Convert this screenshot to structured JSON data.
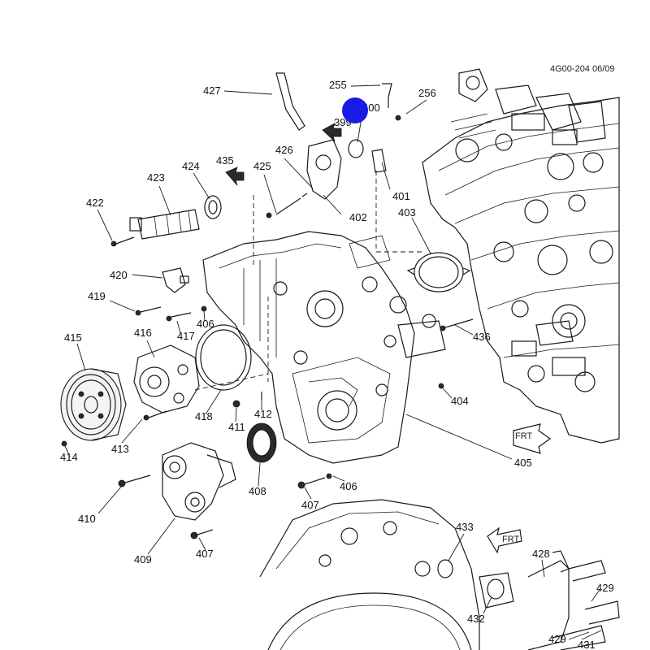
{
  "reference_code": "4G00-204 06/09",
  "marker_color": "#1a1ae6",
  "arrow_labels": [
    "FRT",
    "FRT"
  ],
  "callouts": [
    {
      "id": "c255",
      "text": "255"
    },
    {
      "id": "c256",
      "text": "256"
    },
    {
      "id": "c427",
      "text": "427"
    },
    {
      "id": "c400",
      "text": "400"
    },
    {
      "id": "c399",
      "text": "399"
    },
    {
      "id": "c426",
      "text": "426"
    },
    {
      "id": "c435",
      "text": "435"
    },
    {
      "id": "c424",
      "text": "424"
    },
    {
      "id": "c425",
      "text": "425"
    },
    {
      "id": "c423",
      "text": "423"
    },
    {
      "id": "c422",
      "text": "422"
    },
    {
      "id": "c401",
      "text": "401"
    },
    {
      "id": "c402",
      "text": "402"
    },
    {
      "id": "c403",
      "text": "403"
    },
    {
      "id": "c420",
      "text": "420"
    },
    {
      "id": "c419",
      "text": "419"
    },
    {
      "id": "c416",
      "text": "416"
    },
    {
      "id": "c417",
      "text": "417"
    },
    {
      "id": "c406a",
      "text": "406"
    },
    {
      "id": "c415",
      "text": "415"
    },
    {
      "id": "c436",
      "text": "436"
    },
    {
      "id": "c404",
      "text": "404"
    },
    {
      "id": "c418",
      "text": "418"
    },
    {
      "id": "c411",
      "text": "411"
    },
    {
      "id": "c412",
      "text": "412"
    },
    {
      "id": "c414",
      "text": "414"
    },
    {
      "id": "c413",
      "text": "413"
    },
    {
      "id": "c405",
      "text": "405"
    },
    {
      "id": "c408",
      "text": "408"
    },
    {
      "id": "c410",
      "text": "410"
    },
    {
      "id": "c407a",
      "text": "407"
    },
    {
      "id": "c406b",
      "text": "406"
    },
    {
      "id": "c433",
      "text": "433"
    },
    {
      "id": "c409",
      "text": "409"
    },
    {
      "id": "c407b",
      "text": "407"
    },
    {
      "id": "c428",
      "text": "428"
    },
    {
      "id": "c429a",
      "text": "429"
    },
    {
      "id": "c432",
      "text": "432"
    },
    {
      "id": "c429b",
      "text": "429"
    },
    {
      "id": "c431",
      "text": "431"
    }
  ]
}
